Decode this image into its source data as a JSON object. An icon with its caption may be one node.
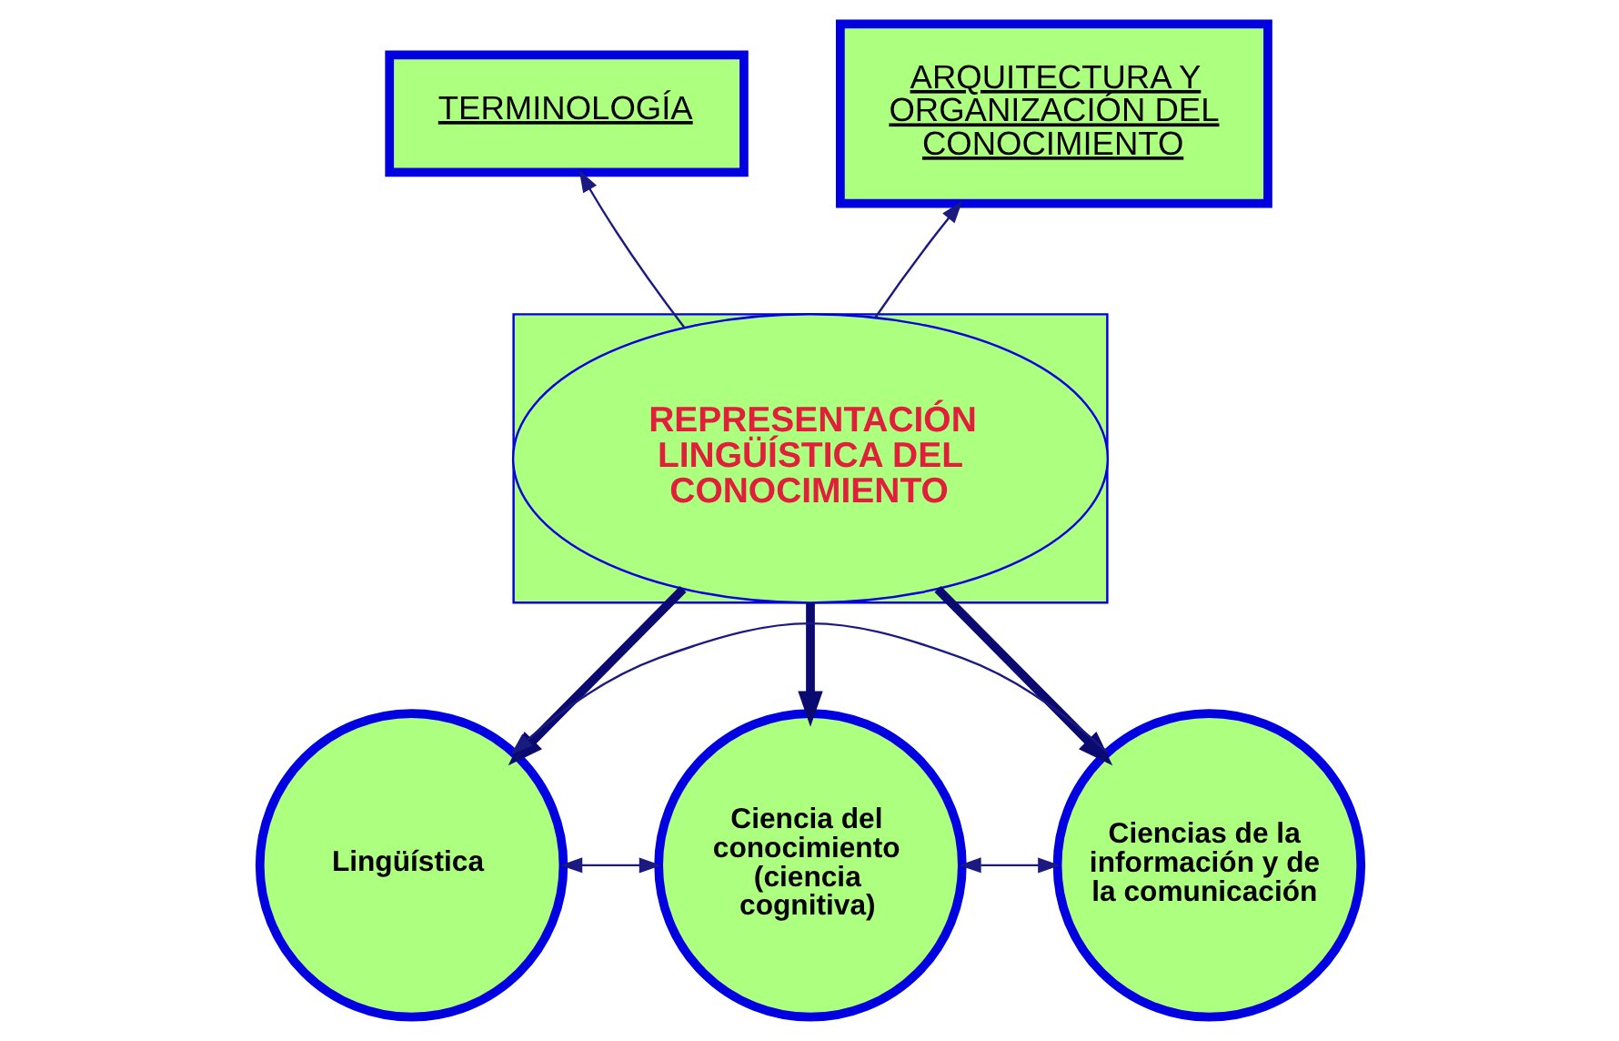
{
  "diagram": {
    "nodes": [
      {
        "text": [
          "TERMINOLOGÍA"
        ]
      },
      {
        "text": [
          "ARQUITECTURA Y ORGANIZACIÓN DEL CONOCIMIENTO"
        ]
      },
      {
        "text": [],
        "shape": "box"
      },
      {
        "text": [
          "REPRESENTACIÓN LINGÜÍSTICA DEL CONOCIMIENTO"
        ],
        "in": 2
      },
      {
        "text": [
          "Lingüística"
        ]
      },
      {
        "text": [
          "Ciencia del conocimiento (ciencia cognitiva)"
        ]
      },
      {
        "text": [
          "Ciencias de la información y de la comunicación"
        ]
      }
    ],
    "edges": [
      {
        "from": 3,
        "to": 0,
        "arrow": "to"
      },
      {
        "from": 3,
        "to": 1,
        "arrow": "to"
      },
      {
        "from": 2,
        "to": 4,
        "arrow": "to",
        "style": "thick"
      },
      {
        "from": 2,
        "to": 5,
        "arrow": "to",
        "style": "thick"
      },
      {
        "from": 2,
        "to": 6,
        "arrow": "to",
        "style": "thick"
      },
      {
        "from": 6,
        "to": 4,
        "arrow": "to"
      },
      {
        "from": 4,
        "to": 5,
        "arrow": "both"
      },
      {
        "from": 5,
        "to": 6,
        "arrow": "both"
      }
    ]
  }
}
